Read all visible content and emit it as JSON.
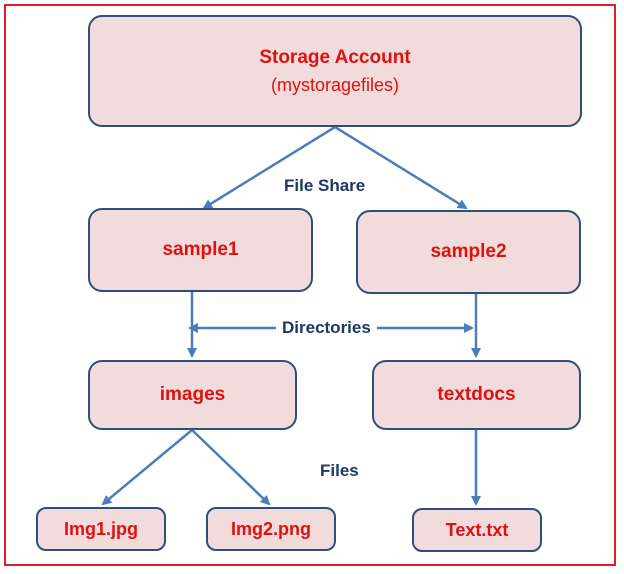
{
  "diagram": {
    "storage_account": {
      "title": "Storage Account",
      "name": "(mystoragefiles)"
    },
    "file_share_label": "File Share",
    "shares": [
      "sample1",
      "sample2"
    ],
    "directories_label": "Directories",
    "directories": [
      "images",
      "textdocs"
    ],
    "files_label": "Files",
    "files": [
      "Img1.jpg",
      "Img2.png",
      "Text.txt"
    ],
    "colors": {
      "node_fill": "#f2dcdb",
      "node_border": "#2e4f7a",
      "node_text": "#e01010",
      "label_text": "#1f3763",
      "arrow": "#4a7ebb",
      "frame": "#e02020"
    }
  }
}
